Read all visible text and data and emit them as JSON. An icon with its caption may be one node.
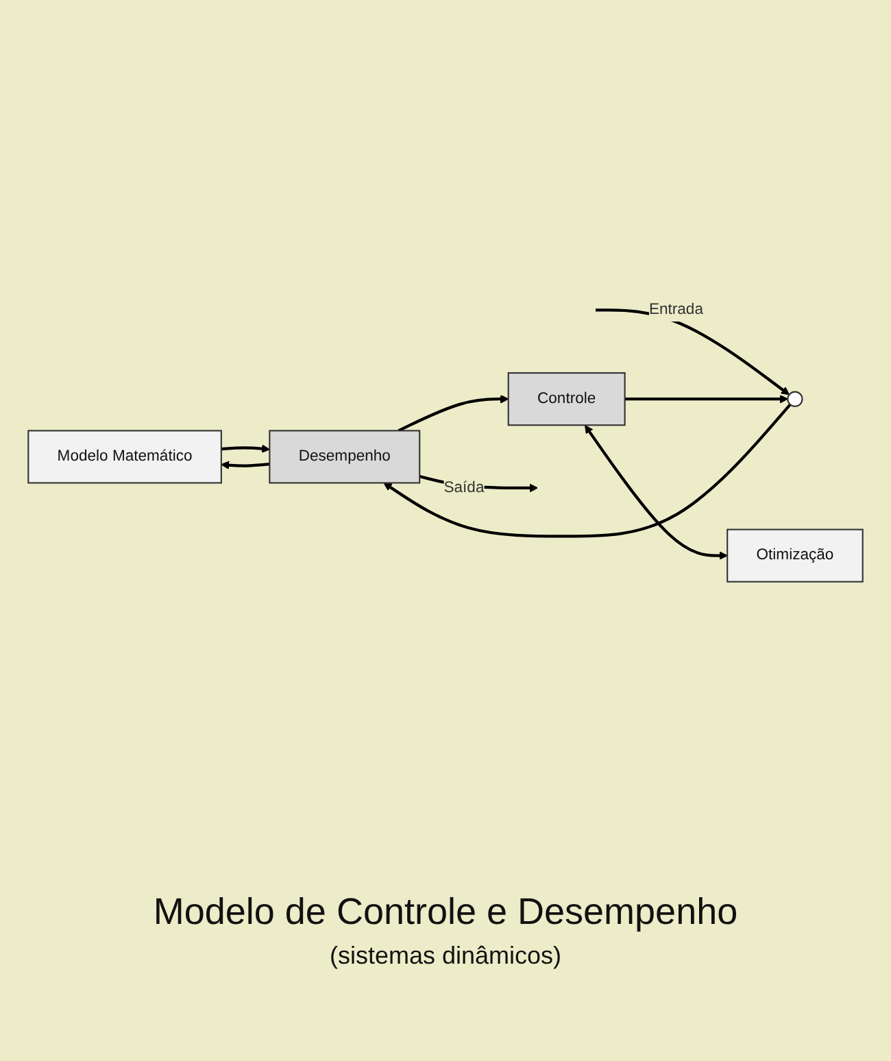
{
  "diagram": {
    "caption": "(sistemas dinâmicos)",
    "title": "Modelo de Controle e Desempenho",
    "nodes": [
      {
        "text": [
          "Modelo Matemático"
        ]
      },
      {
        "text": [],
        "shape": "circle"
      },
      {
        "text": [
          "Desempenho"
        ]
      },
      {
        "text": [
          "Controle"
        ]
      },
      {
        "text": [
          "Otimização"
        ]
      }
    ],
    "edges": [
      {
        "from": null,
        "to": 1,
        "arrow": "to",
        "label": "Entrada"
      },
      {
        "from": 1,
        "to": 2,
        "arrow": "to"
      },
      {
        "from": 0,
        "to": 2,
        "arrow": "to"
      },
      {
        "from": 2,
        "to": null,
        "arrow": "to",
        "label": "Saída"
      },
      {
        "from": 2,
        "to": 0,
        "arrow": "to"
      },
      {
        "from": 2,
        "to": 3,
        "arrow": "to"
      },
      {
        "from": 3,
        "to": 1,
        "arrow": "to"
      },
      {
        "from": 3,
        "to": 4,
        "arrow": "both"
      }
    ]
  }
}
